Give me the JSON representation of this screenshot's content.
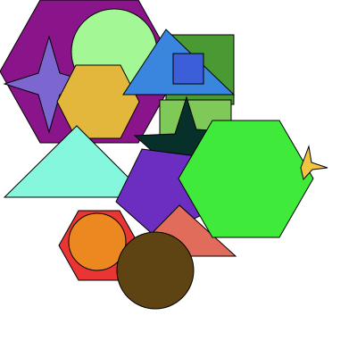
{
  "scene": {
    "background": "#ffffff",
    "shapes": [
      {
        "name": "purple-hexagon",
        "kind": "hexagon",
        "color": "#8a158a"
      },
      {
        "name": "light-green-circle",
        "kind": "circle",
        "color": "#a4f795"
      },
      {
        "name": "dark-green-square",
        "kind": "square",
        "color": "#4a9a34"
      },
      {
        "name": "lavender-four-point-star",
        "kind": "star-4",
        "color": "#7c66cf"
      },
      {
        "name": "mustard-hexagon",
        "kind": "hexagon",
        "color": "#e3b73c"
      },
      {
        "name": "blue-triangle",
        "kind": "triangle",
        "color": "#3a86de"
      },
      {
        "name": "royal-blue-small-square",
        "kind": "square",
        "color": "#3c5ed8"
      },
      {
        "name": "light-green-rectangle",
        "kind": "rectangle",
        "color": "#7ec957"
      },
      {
        "name": "aquamarine-triangle",
        "kind": "triangle",
        "color": "#84f7dd"
      },
      {
        "name": "dark-teal-star",
        "kind": "star-5",
        "color": "#08302a"
      },
      {
        "name": "indigo-pentagon",
        "kind": "pentagon",
        "color": "#6b2ec0"
      },
      {
        "name": "salmon-triangle",
        "kind": "triangle",
        "color": "#e26c5b"
      },
      {
        "name": "bright-green-hexagon",
        "kind": "hexagon",
        "color": "#3fea3a"
      },
      {
        "name": "yellow-small-star",
        "kind": "star",
        "color": "#f1c542"
      },
      {
        "name": "red-hexagon",
        "kind": "hexagon",
        "color": "#e93533"
      },
      {
        "name": "orange-circle",
        "kind": "circle",
        "color": "#ec8820"
      },
      {
        "name": "brown-circle",
        "kind": "circle",
        "color": "#5e4412"
      }
    ]
  }
}
